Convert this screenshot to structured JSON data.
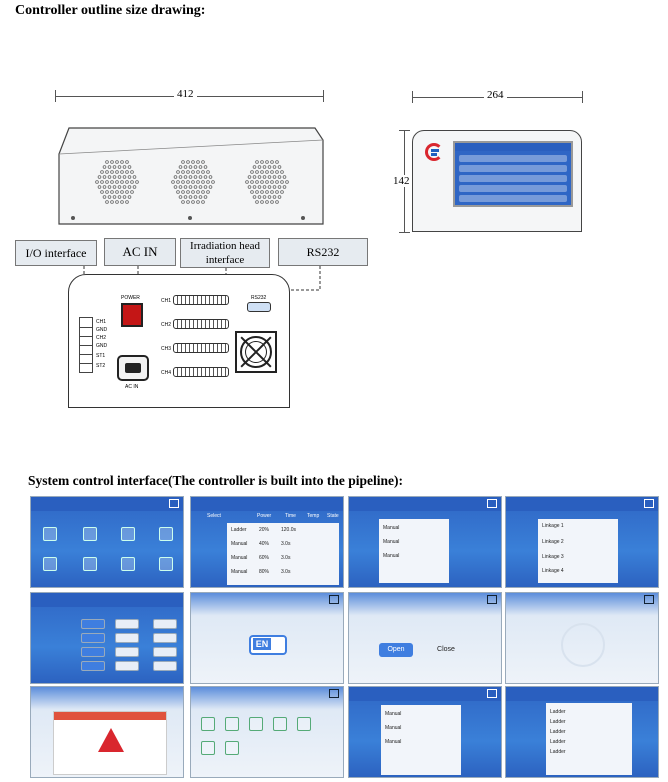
{
  "headings": {
    "outline": "Controller outline size drawing:",
    "system": "System control interface(The controller is built into the pipeline):"
  },
  "dimensions": {
    "width": "412",
    "depth": "264",
    "height": "142"
  },
  "callouts": {
    "io": "I/O interface",
    "ac": "AC IN",
    "irradiation": "Irradiation head interface",
    "rs232": "RS232"
  },
  "back_panel": {
    "power": "POWER",
    "ac_in": "AC IN",
    "rs232": "RS232",
    "channels": [
      "CH1",
      "CH2",
      "CH3",
      "CH4"
    ],
    "io_pins": [
      "CH1",
      "GND",
      "CH2",
      "GND",
      "ST1",
      "ST2"
    ]
  },
  "screenshots": {
    "english_button": "EN",
    "open_button": "Open",
    "close_button": "Close",
    "table_headers": [
      "Select",
      "Power",
      "Time",
      "Temp",
      "State"
    ],
    "mode_rows": [
      "Ladder",
      "Manual",
      "Manual",
      "Manual"
    ],
    "power_values": [
      "20%",
      "40%",
      "60%",
      "80%"
    ],
    "time_values": [
      "120.0s",
      "3.0s",
      "3.0s",
      "3.0s"
    ],
    "linkage_rows": [
      "Linkage 1",
      "Linkage 2",
      "Linkage 3",
      "Linkage 4"
    ]
  },
  "colors": {
    "screen_blue": "#2f66c5",
    "header_blue": "#2a5fbf",
    "logo_red": "#d9262e",
    "logo_blue": "#1f5fbf",
    "power_switch": "#c41616"
  }
}
